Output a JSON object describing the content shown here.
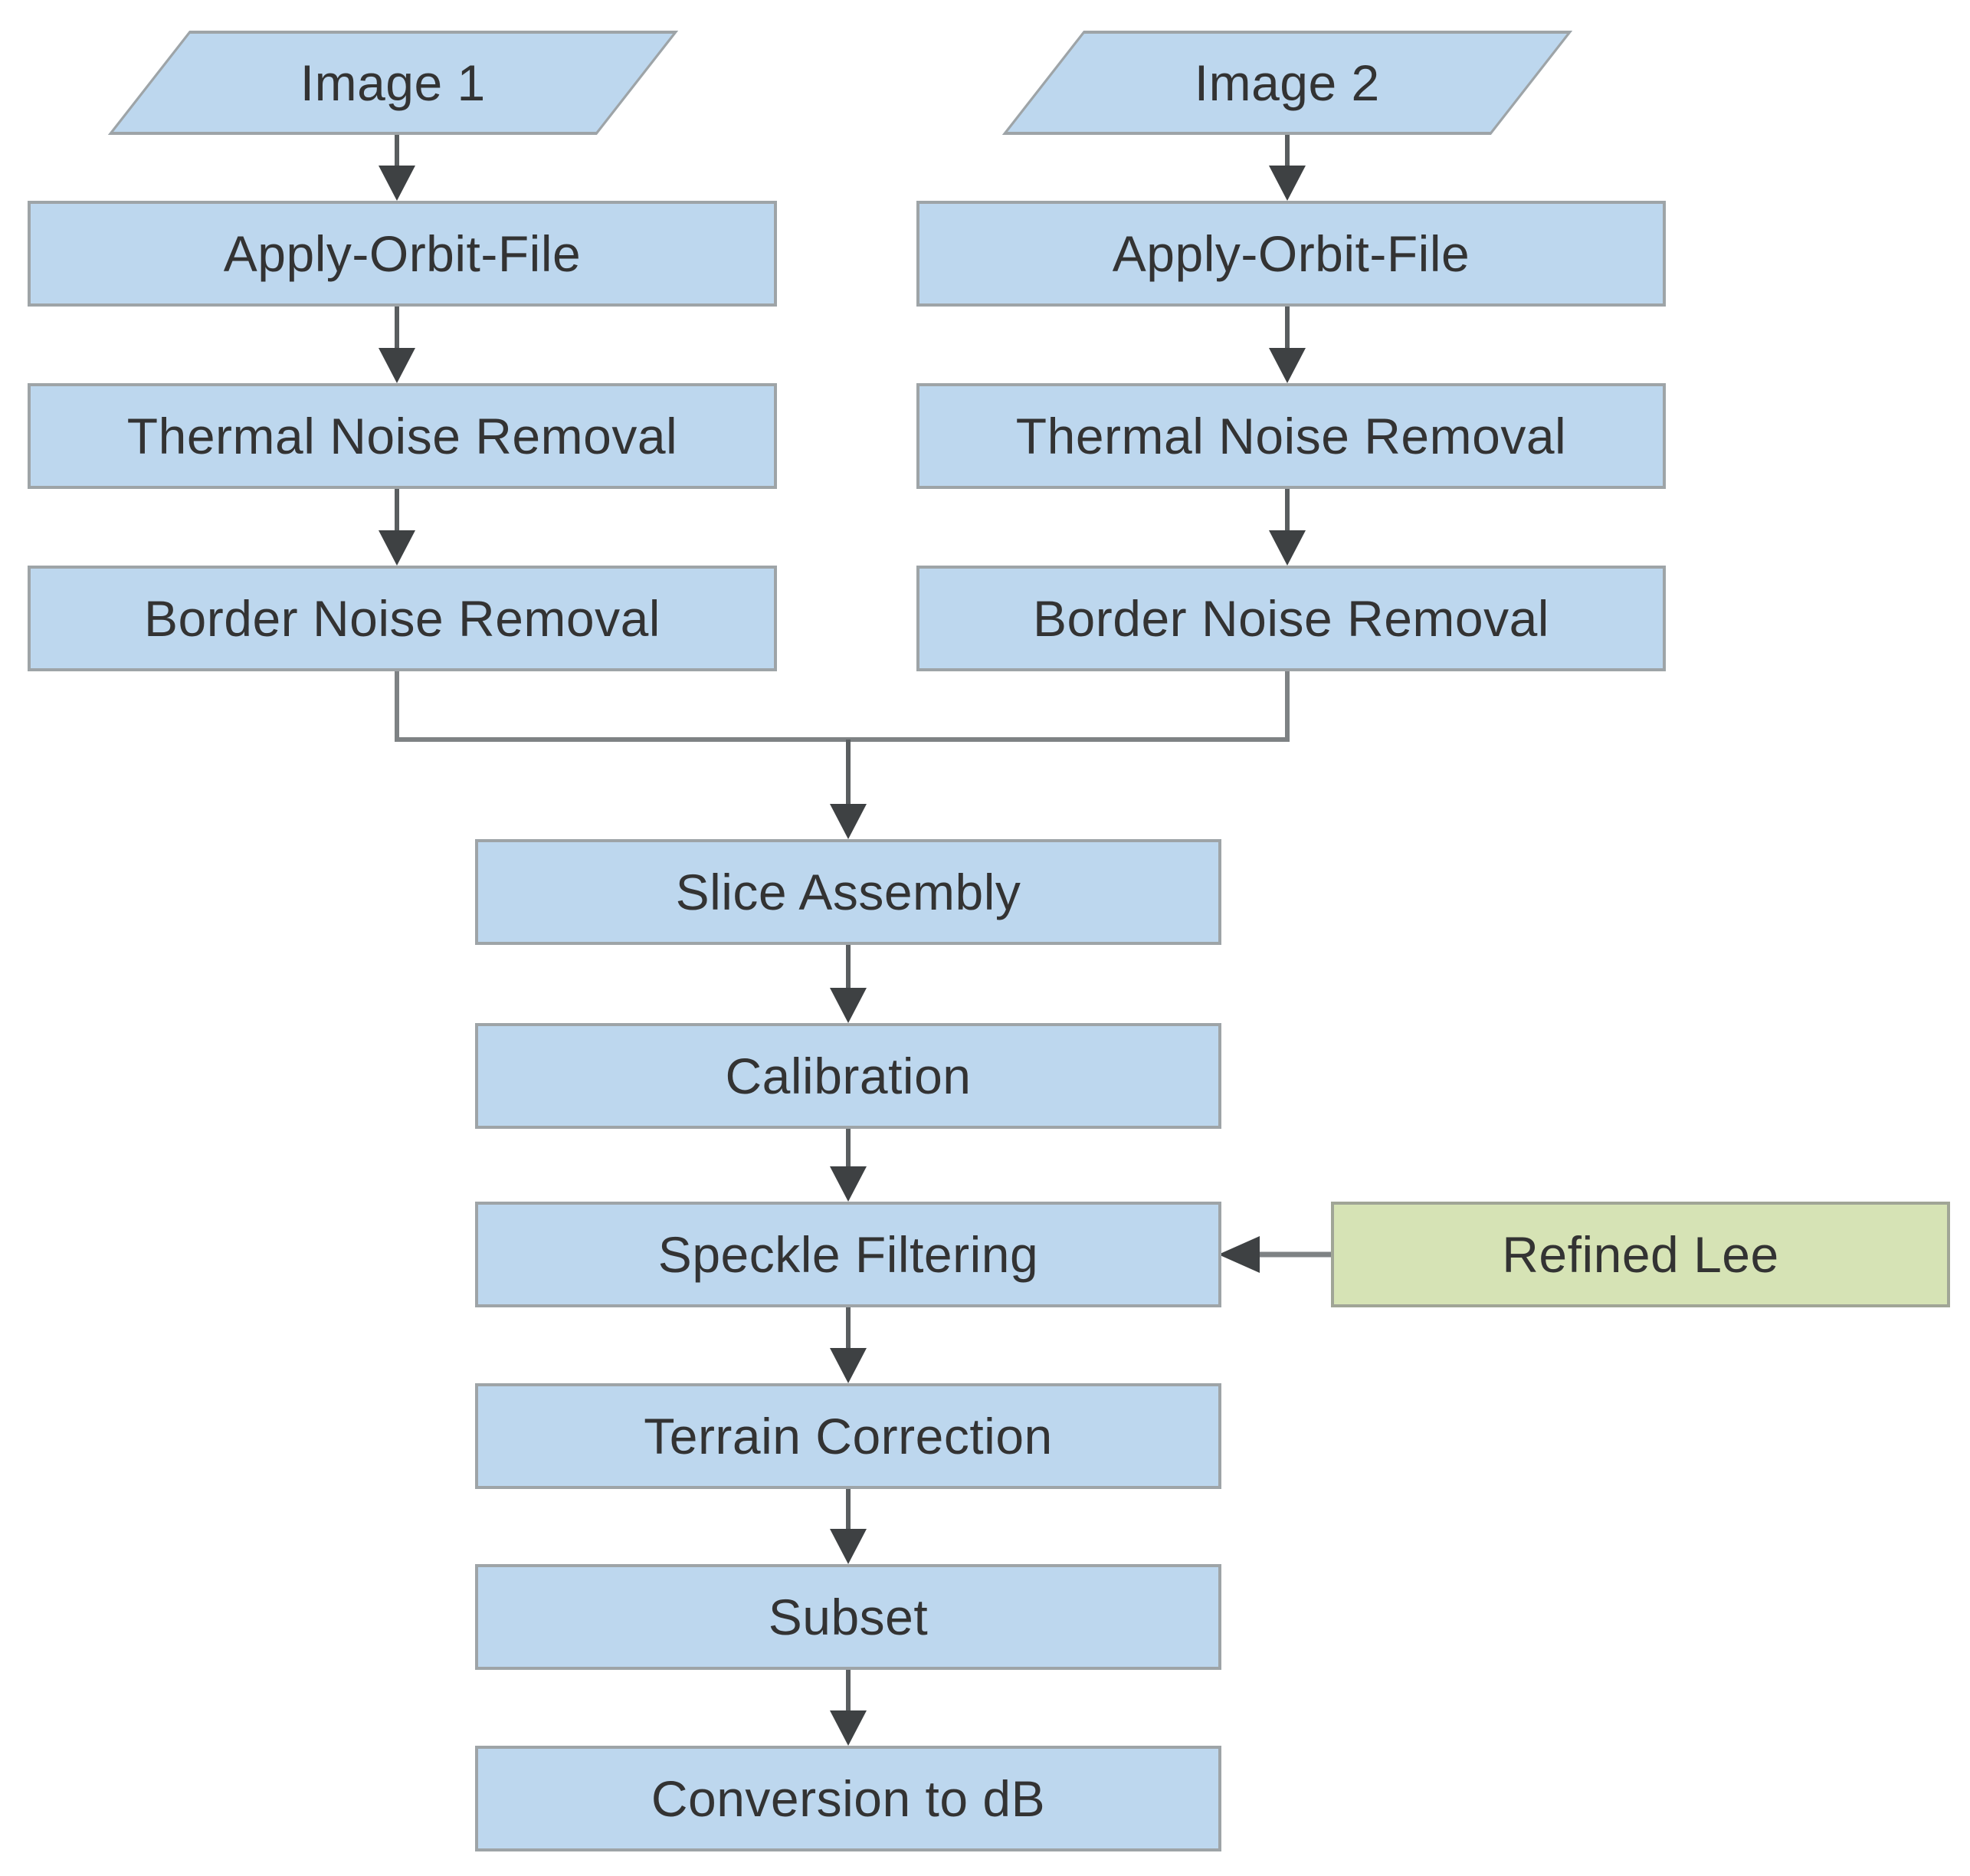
{
  "diagram": {
    "type": "flowchart",
    "background": "#FFFFFF",
    "colors": {
      "process_fill": "#BDD7EE",
      "annotation_fill": "#D6E3B5",
      "box_border": "#9EA4A7",
      "connector_line": "#7E8284",
      "arrow_shaft": "#5A5E60",
      "arrowhead": "#3E4143",
      "text": "#333333"
    },
    "nodes": {
      "image_1": {
        "label": "Image 1",
        "shape": "parallelogram"
      },
      "image_2": {
        "label": "Image 2",
        "shape": "parallelogram"
      },
      "apply_orbit_file_1": {
        "label": "Apply-Orbit-File",
        "shape": "process"
      },
      "apply_orbit_file_2": {
        "label": "Apply-Orbit-File",
        "shape": "process"
      },
      "thermal_noise_removal_1": {
        "label": "Thermal Noise Removal",
        "shape": "process"
      },
      "thermal_noise_removal_2": {
        "label": "Thermal Noise Removal",
        "shape": "process"
      },
      "border_noise_removal_1": {
        "label": "Border Noise Removal",
        "shape": "process"
      },
      "border_noise_removal_2": {
        "label": "Border Noise Removal",
        "shape": "process"
      },
      "slice_assembly": {
        "label": "Slice Assembly",
        "shape": "process"
      },
      "calibration": {
        "label": "Calibration",
        "shape": "process"
      },
      "speckle_filtering": {
        "label": "Speckle Filtering",
        "shape": "process"
      },
      "refined_lee": {
        "label": "Refined Lee",
        "shape": "annotation"
      },
      "terrain_correction": {
        "label": "Terrain Correction",
        "shape": "process"
      },
      "subset": {
        "label": "Subset",
        "shape": "process"
      },
      "conversion_to_db": {
        "label": "Conversion to dB",
        "shape": "process"
      }
    },
    "edges": [
      {
        "from": "image_1",
        "to": "apply_orbit_file_1"
      },
      {
        "from": "apply_orbit_file_1",
        "to": "thermal_noise_removal_1"
      },
      {
        "from": "thermal_noise_removal_1",
        "to": "border_noise_removal_1"
      },
      {
        "from": "image_2",
        "to": "apply_orbit_file_2"
      },
      {
        "from": "apply_orbit_file_2",
        "to": "thermal_noise_removal_2"
      },
      {
        "from": "thermal_noise_removal_2",
        "to": "border_noise_removal_2"
      },
      {
        "from": "border_noise_removal_1",
        "to": "slice_assembly"
      },
      {
        "from": "border_noise_removal_2",
        "to": "slice_assembly"
      },
      {
        "from": "slice_assembly",
        "to": "calibration"
      },
      {
        "from": "calibration",
        "to": "speckle_filtering"
      },
      {
        "from": "refined_lee",
        "to": "speckle_filtering"
      },
      {
        "from": "speckle_filtering",
        "to": "terrain_correction"
      },
      {
        "from": "terrain_correction",
        "to": "subset"
      },
      {
        "from": "subset",
        "to": "conversion_to_db"
      }
    ]
  }
}
